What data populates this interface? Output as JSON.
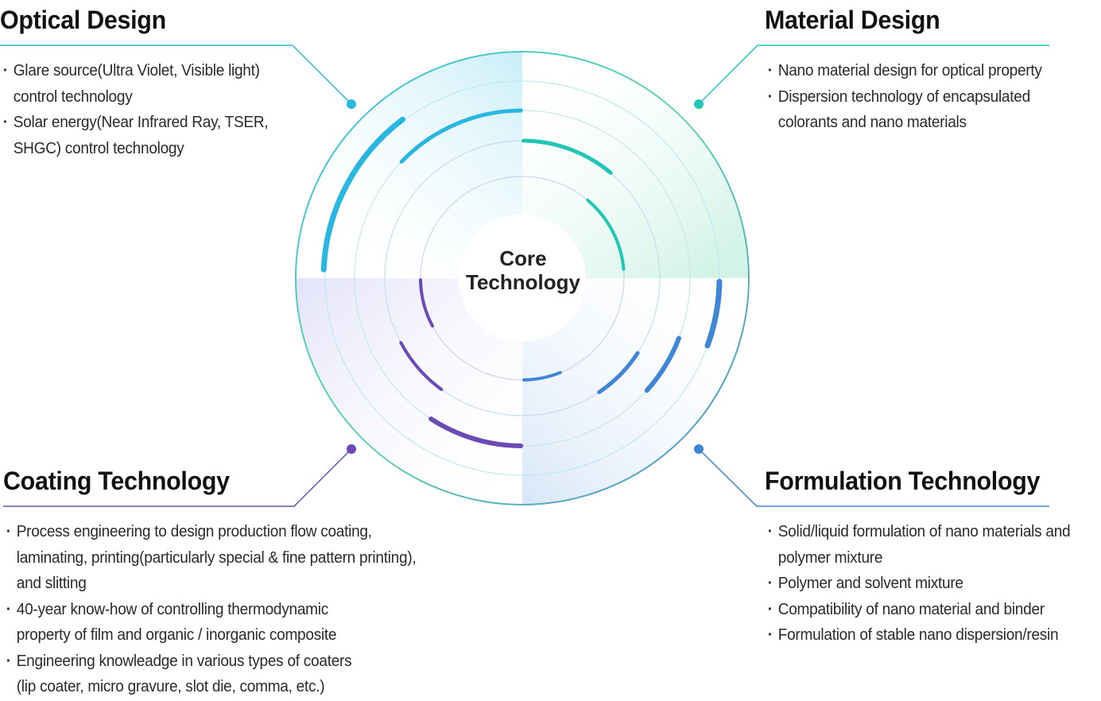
{
  "core": {
    "line1": "Core",
    "line2": "Technology"
  },
  "optical": {
    "title": "Optical Design",
    "color": "#29b6e0",
    "bullets": [
      "Glare source(Ultra Violet, Visible light)\ncontrol technology",
      "Solar energy(Near Infrared Ray, TSER,\nSHGC) control technology"
    ]
  },
  "material": {
    "title": "Material Design",
    "color": "#21c7b4",
    "bullets": [
      "Nano material design for optical property",
      "Dispersion technology of encapsulated\ncolorants and nano materials"
    ]
  },
  "coating": {
    "title": "Coating Technology",
    "color": "#6a4bb5",
    "bullets": [
      "Process engineering to design production flow coating,\nlaminating, printing(particularly special & fine pattern printing),\nand slitting",
      "40-year know-how of controlling thermodynamic\nproperty of film and organic / inorganic composite",
      "Engineering knowleadge in various types of coaters\n(lip coater, micro gravure, slot die, comma, etc.)"
    ]
  },
  "formulation": {
    "title": "Formulation Technology",
    "color": "#3f86d4",
    "bullets": [
      "Solid/liquid formulation of nano materials and\npolymer mixture",
      "Polymer and solvent mixture",
      "Compatibility of nano material and binder",
      "Formulation of stable nano dispersion/resin"
    ]
  }
}
